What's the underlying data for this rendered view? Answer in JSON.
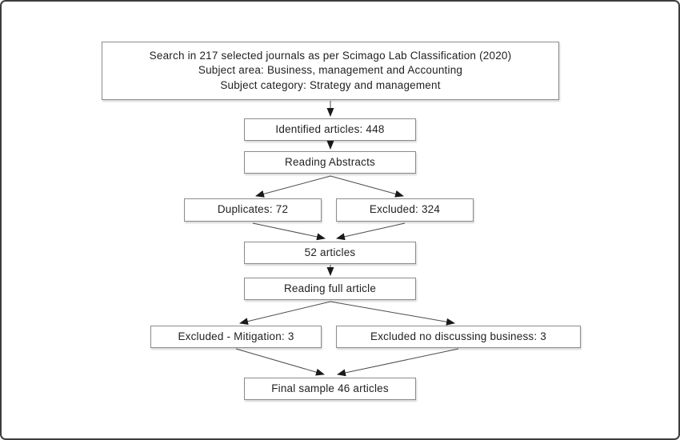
{
  "flowchart": {
    "source_box": {
      "line1": "Search in 217 selected journals as per Scimago Lab Classification (2020)",
      "line2": "Subject area: Business, management and Accounting",
      "line3": "Subject category: Strategy and management"
    },
    "nodes": {
      "identified": "Identified articles: 448",
      "reading_abstracts": "Reading Abstracts",
      "duplicates": "Duplicates: 72",
      "excluded_abstracts": "Excluded: 324",
      "after_screening": "52 articles",
      "reading_full": "Reading full article",
      "excluded_mitigation": "Excluded - Mitigation: 3",
      "excluded_business": "Excluded no discussing business: 3",
      "final_sample": "Final sample 46 articles"
    },
    "colors": {
      "box_border": "#8c8c8c",
      "arrow_line": "#4d4d4d",
      "arrow_head": "#1a1a1a",
      "text": "#222222",
      "background": "#ffffff",
      "frame_border": "#3d3d3d"
    }
  }
}
